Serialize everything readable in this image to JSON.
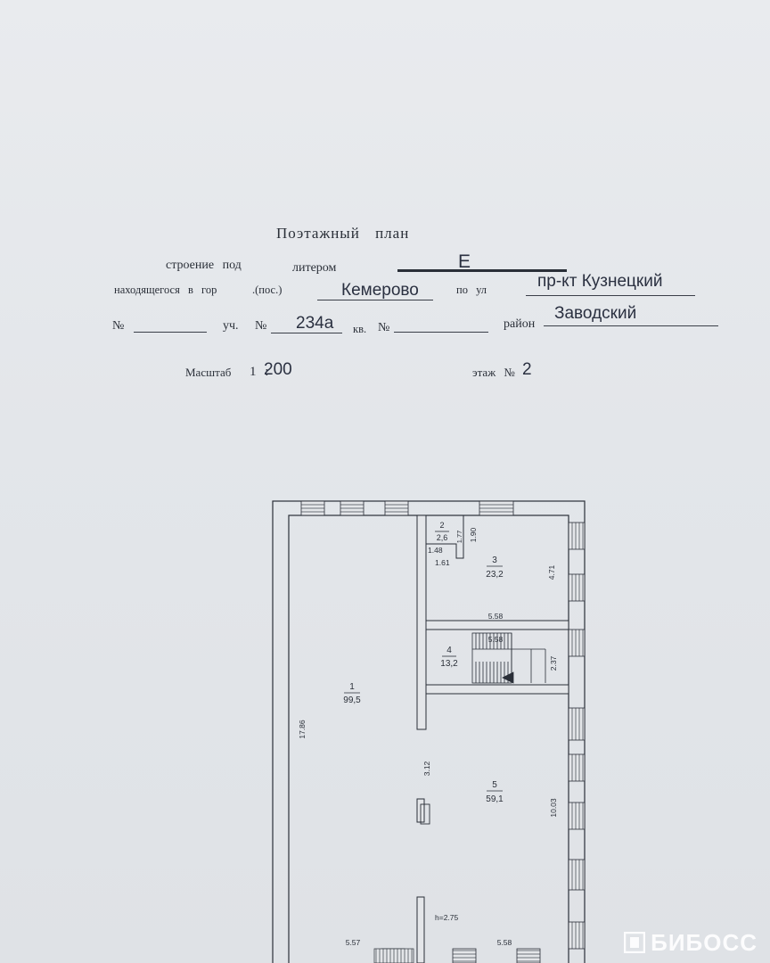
{
  "doc": {
    "title": "Поэтажный план",
    "line1": {
      "label": "строение под",
      "label2": "литером",
      "letter": "Е"
    },
    "line2": {
      "label": "находящегося в гор",
      "label2": ".(пос.)",
      "city": "Кемерово",
      "label3": "по ул",
      "street": "пр-кт Кузнецкий"
    },
    "line3": {
      "no_label": "№",
      "plot_label": "уч.",
      "plot_no_label": "№",
      "plot": "234а",
      "apt_label": "кв.",
      "apt_no_label": "№",
      "district_label": "район",
      "district": "Заводский"
    },
    "scale": {
      "label": "Масштаб",
      "prefix": "1 :",
      "value": "200"
    },
    "floor": {
      "label": "этаж №",
      "value": "2"
    }
  },
  "plan": {
    "rooms": [
      {
        "no": "1",
        "area": "99,5"
      },
      {
        "no": "2",
        "area": "2,6"
      },
      {
        "no": "3",
        "area": "23,2"
      },
      {
        "no": "4",
        "area": "13,2"
      },
      {
        "no": "5",
        "area": "59,1"
      }
    ],
    "dims": {
      "d_17_86": "17.86",
      "d_1_48": "1.48",
      "d_1_77": "1.77",
      "d_1_90": "1.90",
      "d_1_61": "1.61",
      "d_4_71": "4.71",
      "d_5_58a": "5.58",
      "d_5_58b": "5.58",
      "d_2_37": "2.37",
      "d_3_12": "3.12",
      "d_10_03": "10.03",
      "d_5_57": "5.57",
      "d_5_58c": "5.58",
      "height": "h=2.75"
    }
  },
  "watermark": {
    "text": "БИБОСС"
  },
  "colors": {
    "paper": "#e6e8eb",
    "ink": "#2a2f38",
    "wall": "#e4e6e9"
  }
}
